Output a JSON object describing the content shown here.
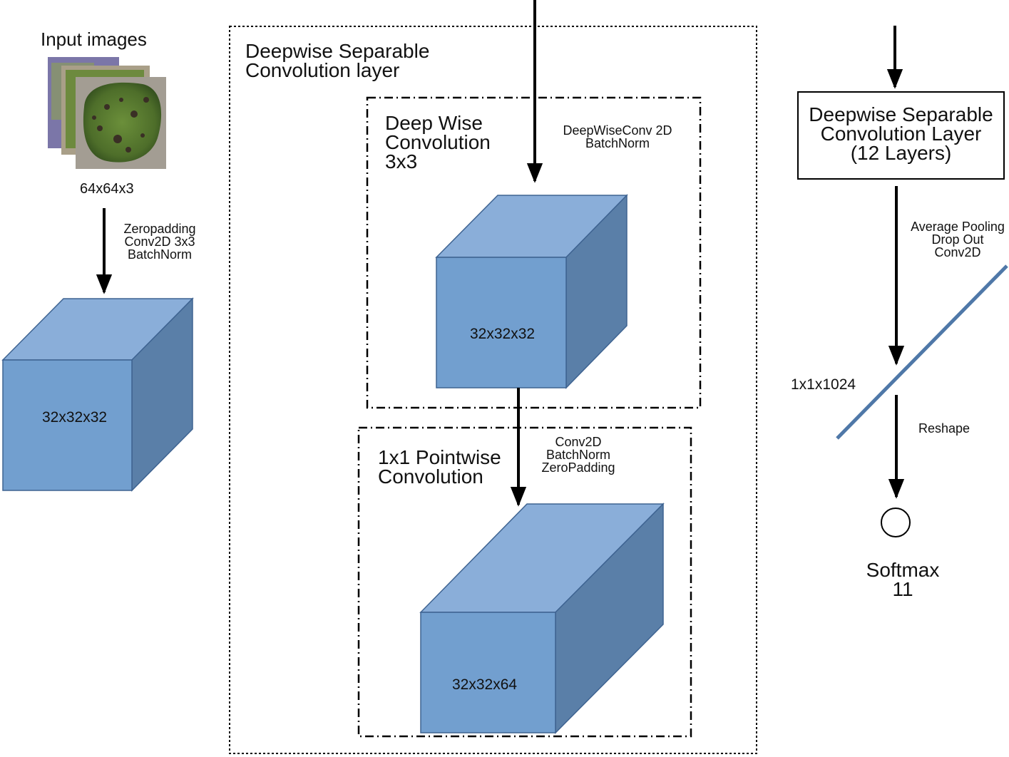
{
  "input": {
    "title": "Input images",
    "size": "64x64x3",
    "ops": [
      "Zeropadding",
      "Conv2D 3x3",
      "BatchNorm"
    ],
    "leaf_colors": [
      "#6f6a9a",
      "#7a8a5a",
      "#3f5a2a"
    ]
  },
  "cube_first": {
    "label": "32x32x32"
  },
  "dws_outer": {
    "title_lines": [
      "Deepwise Separable",
      "Convolution layer"
    ]
  },
  "depthwise": {
    "title_lines": [
      "Deep Wise",
      "Convolution",
      "3x3"
    ],
    "ops": [
      "DeepWiseConv 2D",
      "BatchNorm"
    ],
    "cube_label": "32x32x32"
  },
  "pointwise": {
    "title_lines": [
      "1x1 Pointwise",
      "Convolution"
    ],
    "ops": [
      "Conv2D",
      "BatchNorm",
      "ZeroPadding"
    ],
    "cube_label": "32x32x64"
  },
  "right": {
    "block_lines": [
      "Deepwise Separable",
      "Convolution Layer",
      "(12 Layers)"
    ],
    "ops": [
      "Average Pooling",
      "Drop Out",
      "Conv2D"
    ],
    "vector_label": "1x1x1024",
    "reshape_label": "Reshape",
    "softmax_lines": [
      "Softmax",
      "11"
    ]
  },
  "colors": {
    "cube_front": "#729fcf",
    "cube_top": "#8aaed9",
    "cube_side": "#5a7fa8",
    "cube_edge": "#3e6391",
    "vector_line": "#4f78a8"
  }
}
